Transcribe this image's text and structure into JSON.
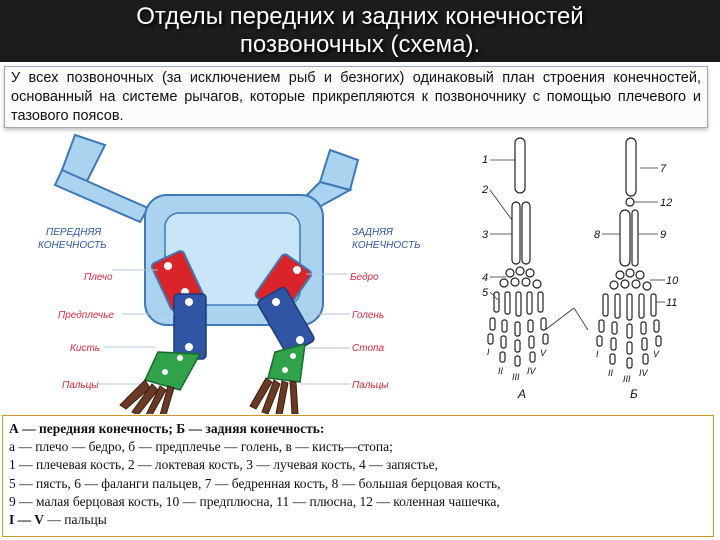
{
  "header": {
    "title_line1": "Отделы передних и задних конечностей",
    "title_line2": "позвоночных (схема)."
  },
  "intro": {
    "text": "У всех позвоночных (за исключением рыб и безногих) одинаковый план строения конечностей, основанный на системе рычагов, которые прикрепляются к позвоночнику с помощью плечевого и тазового поясов."
  },
  "schematic": {
    "front_limb_line1": "ПЕРЕДНЯЯ",
    "front_limb_line2": "КОНЕЧНОСТЬ",
    "hind_limb_line1": "ЗАДНЯЯ",
    "hind_limb_line2": "КОНЕЧНОСТЬ",
    "left_labels": [
      "Плечо",
      "Предплечье",
      "Кисть",
      "Пальцы"
    ],
    "right_labels": [
      "Бедро",
      "Голень",
      "Стопа",
      "Пальцы"
    ],
    "colors": {
      "body": "#a9d3ef",
      "outline": "#3f78b5",
      "upper": "#d9252a",
      "middle": "#2f55a4",
      "lower": "#2fa24a",
      "digits": "#6b3a24",
      "label": "#e0283a"
    }
  },
  "skeleton": {
    "a_numbers": [
      "1",
      "2",
      "3",
      "4",
      "5"
    ],
    "b_numbers": [
      "7",
      "12",
      "8",
      "9",
      "10",
      "11"
    ],
    "a_digits": [
      "I",
      "II",
      "III",
      "IV",
      "V"
    ],
    "b_digits": [
      "I",
      "II",
      "III",
      "IV",
      "V"
    ],
    "caption_a": "А",
    "caption_b": "Б"
  },
  "legend": {
    "line1_strong": "А — передняя конечность; Б — задняя конечность:",
    "line2": "а — плечо — бедро, б — предплечье — голень, в — кисть—стопа;",
    "line3": "1 — плечевая кость, 2 — локтевая кость, 3 — лучевая кость, 4 — запястье,",
    "line4": "5 — пясть, 6 — фаланги пальцев, 7 — бедренная кость, 8 — большая берцовая кость,",
    "line5": "9 — малая берцовая кость, 10 — предплюсна, 11 — плюсна, 12 — коленная чашечка,",
    "line6_strong": "I — V",
    "line6_rest": " — пальцы"
  }
}
